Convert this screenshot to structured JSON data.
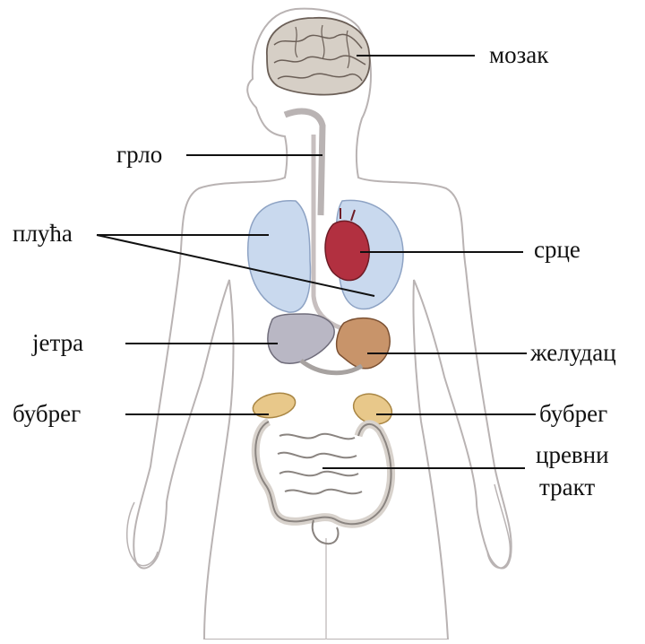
{
  "labels": {
    "brain": "мозак",
    "throat": "грло",
    "lungs": "плућа",
    "heart": "срце",
    "liver": "јетра",
    "stomach": "желудац",
    "kidney_left": "бубрег",
    "kidney_right": "бубрег",
    "intestine_line1": "цревни",
    "intestine_line2": "тракт"
  },
  "colors": {
    "outline": "#b9b3b3",
    "skin": "#ffffff",
    "lungs": "#c9d9ee",
    "heart": "#b23040",
    "liver": "#b9b7c4",
    "stomach": "#c8946a",
    "kidney": "#e8c88a",
    "intestine": "#cfc9c4",
    "brain": "#d6cfc6",
    "leader": "#111111"
  }
}
